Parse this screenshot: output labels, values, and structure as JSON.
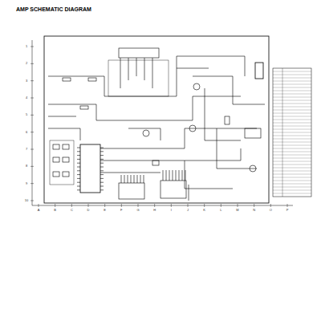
{
  "diagram": {
    "title": "AMP SCHEMATIC DIAGRAM",
    "labels": [
      "A",
      "B",
      "C",
      "D",
      "E",
      "F",
      "G",
      "H",
      "I",
      "J",
      "K",
      "L",
      "M",
      "N",
      "O",
      "P",
      "1",
      "2",
      "3",
      "4",
      "5",
      "6",
      "7",
      "8",
      "9",
      "10"
    ]
  }
}
